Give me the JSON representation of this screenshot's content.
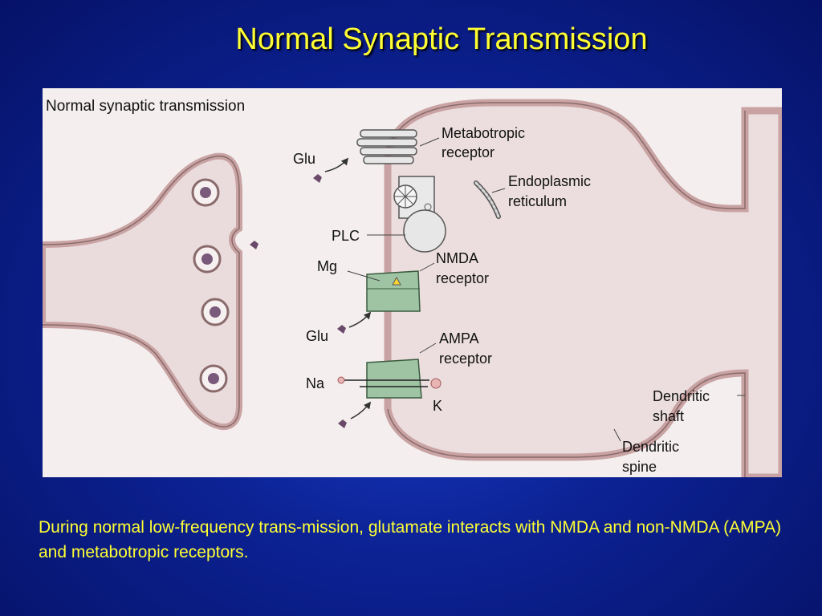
{
  "slide": {
    "title": "Normal Synaptic Transmission",
    "caption": "During normal low-frequency trans-mission, glutamate interacts with NMDA and non-NMDA (AMPA) and metabotropic receptors."
  },
  "diagram": {
    "title": "Normal synaptic transmission",
    "labels": {
      "glu_top": "Glu",
      "metabotropic": [
        "Metabotropic",
        "receptor"
      ],
      "endoplasmic": [
        "Endoplasmic",
        "reticulum"
      ],
      "plc": "PLC",
      "mg": "Mg",
      "nmda": [
        "NMDA",
        "receptor"
      ],
      "glu_bottom": "Glu",
      "ampa": [
        "AMPA",
        "receptor"
      ],
      "na": "Na",
      "k": "K",
      "dendritic_shaft": [
        "Dendritic",
        "shaft"
      ],
      "dendritic_spine": [
        "Dendritic",
        "spine"
      ]
    },
    "colors": {
      "membrane_outer": "#c9a3a3",
      "membrane_fill": "#ecdede",
      "cell_bg": "#f3ecec",
      "receptor_green": "#9fc4a4",
      "vesicle": "#b58ea0",
      "glutamate": "#6a4a6a"
    }
  }
}
